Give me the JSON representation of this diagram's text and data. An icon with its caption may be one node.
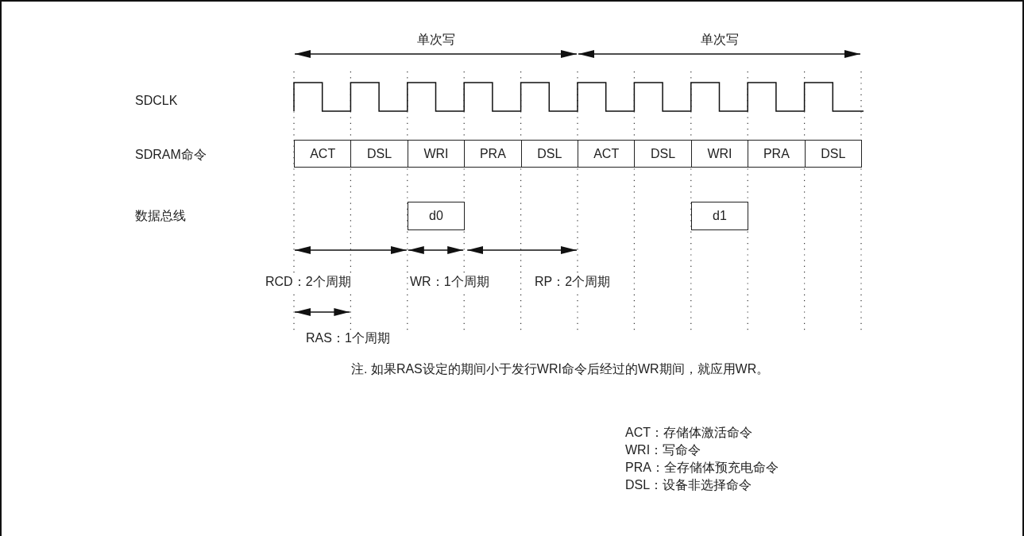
{
  "diagram": {
    "nodes": [
      {
        "text": [
          "ACT"
        ]
      },
      {
        "text": [
          "DSL"
        ]
      },
      {
        "text": [
          "WRI"
        ]
      },
      {
        "text": [
          "PRA"
        ]
      },
      {
        "text": [
          "DSL"
        ]
      },
      {
        "text": [
          "ACT"
        ]
      },
      {
        "text": [
          "DSL"
        ]
      },
      {
        "text": [
          "WRI"
        ]
      },
      {
        "text": [
          "PRA"
        ]
      },
      {
        "text": [
          "DSL"
        ]
      },
      {
        "text": [
          "d0"
        ]
      },
      {
        "text": [
          "d1"
        ]
      }
    ],
    "labels": [
      "单次写",
      "单次写",
      "SDCLK",
      "SDRAM命令",
      "数据总线",
      "RCD：2个周期",
      "WR：1个周期",
      "RP：2个周期",
      "RAS：1个周期",
      "注. 如果RAS设定的期间小于发行WRI命令后经过的WR期间，就应用WR。",
      "ACT：存储体激活命令",
      "WRI：写命令",
      "PRA：全存储体预充电命令",
      "DSL：设备非选择命令"
    ]
  }
}
